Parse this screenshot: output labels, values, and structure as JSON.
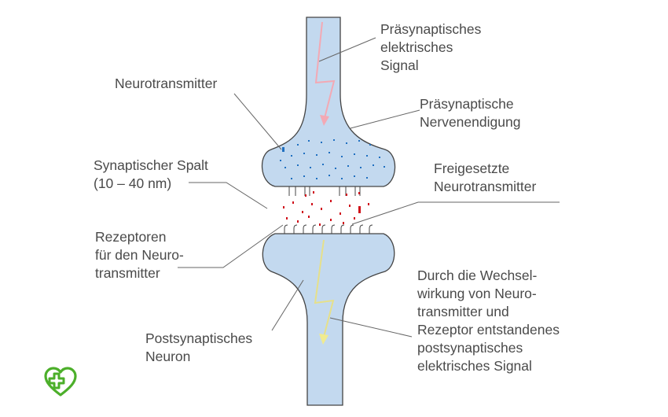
{
  "labels": {
    "presynaptic_signal": [
      "Präsynaptisches",
      "elektrisches",
      "Signal"
    ],
    "neurotransmitter": [
      "Neurotransmitter"
    ],
    "presynaptic_ending": [
      "Präsynaptische",
      "Nervenendigung"
    ],
    "synaptic_cleft": [
      "Synaptischer Spalt",
      "(10 – 40 nm)"
    ],
    "released_neurotransmitter": [
      "Freigesetzte",
      "Neurotransmitter"
    ],
    "receptors": [
      "Rezeptoren",
      "für den Neuro-",
      "transmitter"
    ],
    "postsynaptic_signal": [
      "Durch die Wechsel-",
      "wirkung von Neuro-",
      "transmitter und",
      "Rezeptor entstandenes",
      "postsynaptisches",
      "elektrisches Signal"
    ],
    "postsynaptic_neuron": [
      "Postsynaptisches",
      "Neuron"
    ]
  },
  "colors": {
    "neuron_fill": "#c3d9ef",
    "neuron_stroke": "#444444",
    "vesicle": "#1f6fc0",
    "released": "#d0101a",
    "signal_pre": "#f3a9b4",
    "signal_post": "#f4f1a8",
    "leader": "#666666",
    "text": "#4a4a4a",
    "logo": "#4caf2a"
  },
  "logo_icon": "heart-cross-icon"
}
